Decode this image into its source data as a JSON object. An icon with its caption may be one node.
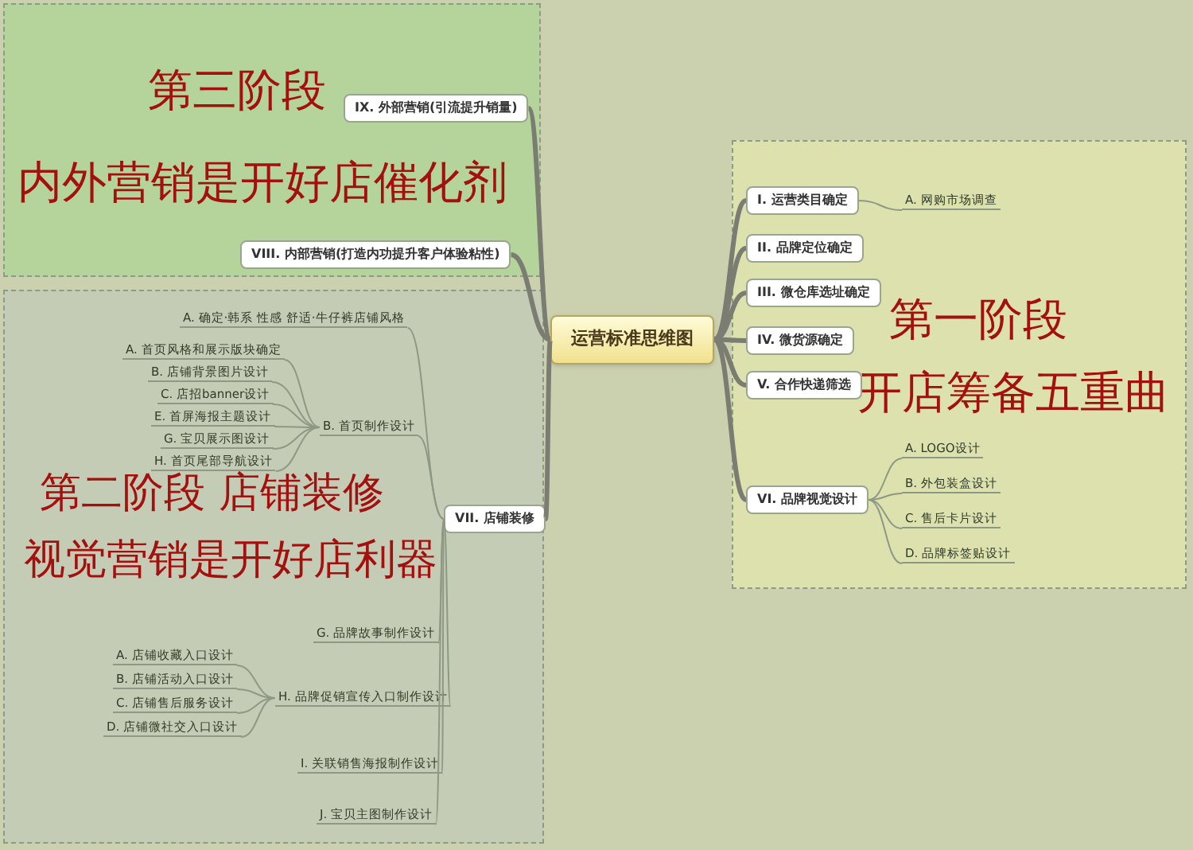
{
  "diagram": {
    "nodes": [
      {
        "text": [
          "第三阶段",
          "内外营销是开好店催化剂"
        ]
      },
      {
        "text": [
          "IX. 外部营销(引流提升销量)"
        ],
        "in": 0
      },
      {
        "text": [
          "VIII. 内部营销(打造内功提升客户体验粘性)"
        ],
        "in": 0
      },
      {
        "text": [
          "运营标准思维图"
        ]
      },
      {
        "text": [
          "第二阶段 店铺装修",
          "视觉营销是开好店利器"
        ]
      },
      {
        "text": [
          "VII. 店铺装修"
        ],
        "in": 4
      },
      {
        "text": [
          "A. 确定·韩系 性感 舒适·牛仔裤店铺风格"
        ],
        "in": 4
      },
      {
        "text": [
          "B. 首页制作设计"
        ],
        "in": 4
      },
      {
        "text": [
          "G. 品牌故事制作设计"
        ],
        "in": 4
      },
      {
        "text": [
          "H. 品牌促销宣传入口制作设计"
        ],
        "in": 4
      },
      {
        "text": [
          "I. 关联销售海报制作设计"
        ],
        "in": 4
      },
      {
        "text": [
          "J. 宝贝主图制作设计"
        ],
        "in": 4
      },
      {
        "text": [
          "A. 首页风格和展示版块确定"
        ],
        "in": 4
      },
      {
        "text": [
          "B. 店铺背景图片设计"
        ],
        "in": 4
      },
      {
        "text": [
          "C. 店招banner设计"
        ],
        "in": 4
      },
      {
        "text": [
          "E. 首屏海报主题设计"
        ],
        "in": 4
      },
      {
        "text": [
          "G. 宝贝展示图设计"
        ],
        "in": 4
      },
      {
        "text": [
          "H. 首页尾部导航设计"
        ],
        "in": 4
      },
      {
        "text": [
          "A. 店铺收藏入口设计"
        ],
        "in": 4
      },
      {
        "text": [
          "B. 店铺活动入口设计"
        ],
        "in": 4
      },
      {
        "text": [
          "C. 店铺售后服务设计"
        ],
        "in": 4
      },
      {
        "text": [
          "D. 店铺微社交入口设计"
        ],
        "in": 4
      },
      {
        "text": [
          "第一阶段",
          "开店筹备五重曲"
        ]
      },
      {
        "text": [
          "I. 运营类目确定"
        ],
        "in": 22
      },
      {
        "text": [
          "II. 品牌定位确定"
        ],
        "in": 22
      },
      {
        "text": [
          "III. 微仓库选址确定"
        ],
        "in": 22
      },
      {
        "text": [
          "IV. 微货源确定"
        ],
        "in": 22
      },
      {
        "text": [
          "V. 合作快递筛选"
        ],
        "in": 22
      },
      {
        "text": [
          "VI. 品牌视觉设计"
        ],
        "in": 22
      },
      {
        "text": [
          "A. 网购市场调查"
        ],
        "in": 22
      },
      {
        "text": [
          "A. LOGO设计"
        ],
        "in": 22
      },
      {
        "text": [
          "B. 外包装盒设计"
        ],
        "in": 22
      },
      {
        "text": [
          "C. 售后卡片设计"
        ],
        "in": 22
      },
      {
        "text": [
          "D. 品牌标签贴设计"
        ],
        "in": 22
      }
    ],
    "edges": [
      {
        "from": 3,
        "to": 1,
        "arrow": "none",
        "style": "thick"
      },
      {
        "from": 3,
        "to": 2,
        "arrow": "none",
        "style": "thick"
      },
      {
        "from": 3,
        "to": 5,
        "arrow": "none",
        "style": "thick"
      },
      {
        "from": 3,
        "to": 23,
        "arrow": "none",
        "style": "thick"
      },
      {
        "from": 3,
        "to": 24,
        "arrow": "none",
        "style": "thick"
      },
      {
        "from": 3,
        "to": 25,
        "arrow": "none",
        "style": "thick"
      },
      {
        "from": 3,
        "to": 26,
        "arrow": "none",
        "style": "thick"
      },
      {
        "from": 3,
        "to": 27,
        "arrow": "none",
        "style": "thick"
      },
      {
        "from": 3,
        "to": 28,
        "arrow": "none",
        "style": "thick"
      },
      {
        "from": 5,
        "to": 6,
        "arrow": "none"
      },
      {
        "from": 5,
        "to": 7,
        "arrow": "none"
      },
      {
        "from": 5,
        "to": 8,
        "arrow": "none"
      },
      {
        "from": 5,
        "to": 9,
        "arrow": "none"
      },
      {
        "from": 5,
        "to": 10,
        "arrow": "none"
      },
      {
        "from": 5,
        "to": 11,
        "arrow": "none"
      },
      {
        "from": 7,
        "to": 12,
        "arrow": "none"
      },
      {
        "from": 7,
        "to": 13,
        "arrow": "none"
      },
      {
        "from": 7,
        "to": 14,
        "arrow": "none"
      },
      {
        "from": 7,
        "to": 15,
        "arrow": "none"
      },
      {
        "from": 7,
        "to": 16,
        "arrow": "none"
      },
      {
        "from": 7,
        "to": 17,
        "arrow": "none"
      },
      {
        "from": 9,
        "to": 18,
        "arrow": "none"
      },
      {
        "from": 9,
        "to": 19,
        "arrow": "none"
      },
      {
        "from": 9,
        "to": 20,
        "arrow": "none"
      },
      {
        "from": 9,
        "to": 21,
        "arrow": "none"
      },
      {
        "from": 23,
        "to": 29,
        "arrow": "none"
      },
      {
        "from": 28,
        "to": 30,
        "arrow": "none"
      },
      {
        "from": 28,
        "to": 31,
        "arrow": "none"
      },
      {
        "from": 28,
        "to": 32,
        "arrow": "none"
      },
      {
        "from": 28,
        "to": 33,
        "arrow": "none"
      }
    ]
  }
}
